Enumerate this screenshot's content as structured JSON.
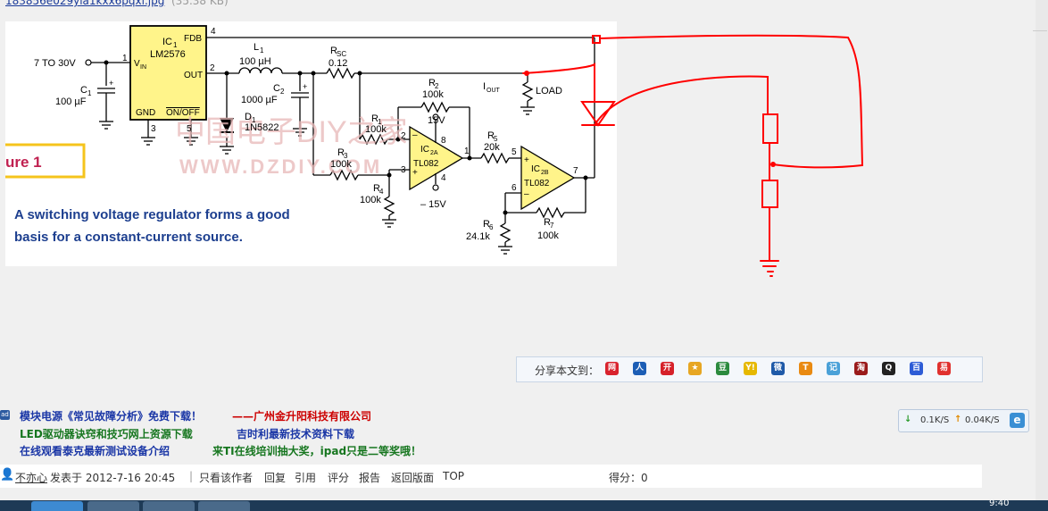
{
  "attachment": {
    "filename": "183856e029yia1kxx6pqxi.jpg",
    "size": "(35.38 KB)"
  },
  "figure": {
    "caption_line1": "A switching voltage regulator forms a good",
    "caption_line2": "basis for a constant-current source.",
    "figure_label": "ure 1",
    "watermark_line1": "中国电子DIY之家",
    "watermark_line2": "WWW.DZDIY.COM",
    "labels": {
      "vin": "7 TO 30V",
      "ic1": "IC",
      "ic1_sub": "1",
      "lm2576": "LM2576",
      "fdb": "FDB",
      "vin_pin": "V",
      "vin_pin_sub": "IN",
      "out": "OUT",
      "gnd": "GND",
      "onoff": "ON/OFF",
      "pin1": "1",
      "pin2": "2",
      "pin3": "3",
      "pin4": "4",
      "pin5": "5",
      "c1": "C",
      "c1_sub": "1",
      "c1_val": "100 µF",
      "l1": "L",
      "l1_sub": "1",
      "l1_val": "100 µH",
      "c2": "C",
      "c2_sub": "2",
      "c2_val": "1000 µF",
      "d1": "D",
      "d1_sub": "1",
      "d1_val": "1N5822",
      "rsc": "R",
      "rsc_sub": "SC",
      "rsc_val": "0.12",
      "iout": "I",
      "iout_sub": "OUT",
      "load": "LOAD",
      "r2": "R",
      "r2_sub": "2",
      "r2_val": "100k",
      "r1": "R",
      "r1_sub": "1",
      "r1_val": "100k",
      "r3": "R",
      "r3_sub": "3",
      "r3_val": "100k",
      "r4": "R",
      "r4_sub": "4",
      "r4_val": "100k",
      "plus15": "15V",
      "minus15": "– 15V",
      "ic2a": "IC",
      "ic2a_sub": "2A",
      "tl082a": "TL082",
      "ic2b": "IC",
      "ic2b_sub": "2B",
      "tl082b": "TL082",
      "r5": "R",
      "r5_sub": "5",
      "r5_val": "20k",
      "r6": "R",
      "r6_sub": "6",
      "r6_val": "24.1k",
      "r7": "R",
      "r7_sub": "7",
      "r7_val": "100k",
      "op2": "2",
      "op3": "3",
      "op8": "8",
      "op4": "4",
      "op1": "1",
      "op5": "5",
      "op6": "6",
      "op7": "7",
      "plus": "+",
      "minus": "–"
    }
  },
  "share": {
    "label": "分享本文到：",
    "icons": [
      {
        "name": "share-163-icon",
        "glyph": "网",
        "color": "#d9232e"
      },
      {
        "name": "share-renren-icon",
        "glyph": "人",
        "color": "#1c5eb5"
      },
      {
        "name": "share-kaixin-icon",
        "glyph": "开",
        "color": "#d6212a"
      },
      {
        "name": "share-qzone-icon",
        "glyph": "★",
        "color": "#e7a623"
      },
      {
        "name": "share-douban-icon",
        "glyph": "豆",
        "color": "#2b8a3e"
      },
      {
        "name": "share-yahoo-icon",
        "glyph": "Y!",
        "color": "#e6b800"
      },
      {
        "name": "share-sina-icon",
        "glyph": "微",
        "color": "#1f5aa8"
      },
      {
        "name": "share-t-icon",
        "glyph": "T",
        "color": "#e98a12"
      },
      {
        "name": "share-note-icon",
        "glyph": "记",
        "color": "#4aa1d8"
      },
      {
        "name": "share-taobao-icon",
        "glyph": "淘",
        "color": "#9a1b1b"
      },
      {
        "name": "share-qq-icon",
        "glyph": "Q",
        "color": "#222222"
      },
      {
        "name": "share-baidu-icon",
        "glyph": "百",
        "color": "#2d5cd6"
      },
      {
        "name": "share-yi-icon",
        "glyph": "易",
        "color": "#e0312f"
      }
    ]
  },
  "ads": {
    "line1a": "模块电源《常见故障分析》免费下载！",
    "line1b": "——广州金升阳科技有限公司",
    "line2a": "LED驱动器诀窍和技巧网上资源下载",
    "line2b": "吉时利最新技术资料下载",
    "line3a": "在线观看泰克最新测试设备介绍",
    "line3b": "来TI在线培训抽大奖，ipad只是二等奖哦！"
  },
  "net": {
    "down": "0.1K/S",
    "up": "0.04K/S"
  },
  "post": {
    "author": "不亦心",
    "posted_at": "发表于 2012-7-16 20:45",
    "only_author": "只看该作者",
    "reply": "回复",
    "quote": "引用",
    "rate": "评分",
    "report": "报告",
    "back": "返回版面",
    "top": "TOP",
    "score_label": "得分：0"
  },
  "taskbar": {
    "clock": "9:40"
  },
  "colors": {
    "accent_yellow": "#f5c41c",
    "figure_blue": "#1d3f8f",
    "annotation_red": "#ff0000"
  }
}
